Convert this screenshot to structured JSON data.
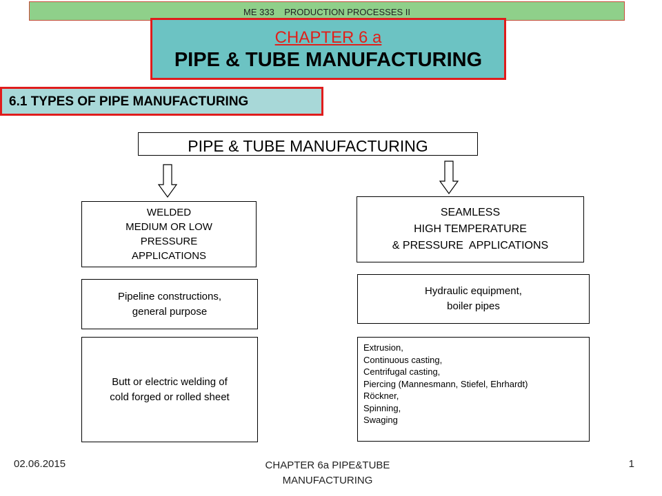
{
  "header": {
    "course": "ME 333    PRODUCTION PROCESSES II",
    "chapter": "CHAPTER  6 a",
    "title": "PIPE  &  TUBE MANUFACTURING"
  },
  "section": {
    "heading": "6.1 TYPES OF PIPE MANUFACTURING"
  },
  "diagram": {
    "root": "PIPE & TUBE MANUFACTURING",
    "welded": {
      "lines": [
        "WELDED",
        "MEDIUM OR LOW",
        "PRESSURE",
        "APPLICATIONS"
      ],
      "use_lines": [
        "Pipeline constructions,",
        "general purpose"
      ],
      "method_lines": [
        "Butt or electric welding of",
        "cold forged or rolled sheet"
      ]
    },
    "seamless": {
      "lines": [
        "SEAMLESS",
        "HIGH TEMPERATURE",
        "& PRESSURE  APPLICATIONS"
      ],
      "use_lines": [
        "Hydraulic equipment,",
        "boiler pipes"
      ],
      "methods": [
        "Extrusion,",
        "Continuous casting,",
        "Centrifugal casting,",
        "Piercing (Mannesmann, Stiefel, Ehrhardt)",
        "Röckner,",
        "Spinning,",
        "Swaging"
      ]
    }
  },
  "footer": {
    "date": "02.06.2015",
    "center_line1": "CHAPTER 6a PIPE&TUBE",
    "center_line2": "MANUFACTURING",
    "page": "1"
  }
}
